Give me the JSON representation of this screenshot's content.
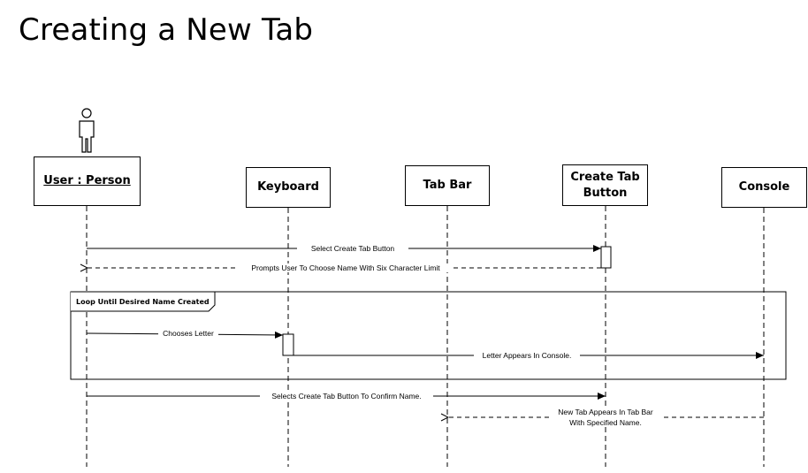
{
  "title": "Creating a New Tab",
  "lifelines": {
    "user": "User : Person",
    "keyboard": "Keyboard",
    "tabbar": "Tab Bar",
    "createtab_line1": "Create Tab",
    "createtab_line2": "Button",
    "console": "Console"
  },
  "messages": {
    "m1": "Select Create Tab Button",
    "m2": "Prompts User To Choose Name With Six Character Limit",
    "m3": "Chooses Letter",
    "m4": "Letter Appears In Console.",
    "m5": "Selects Create Tab Button To Confirm Name.",
    "m6_line1": "New Tab Appears In Tab Bar",
    "m6_line2": "With Specified Name."
  },
  "loop": {
    "label": "Loop Until Desired Name Created"
  }
}
